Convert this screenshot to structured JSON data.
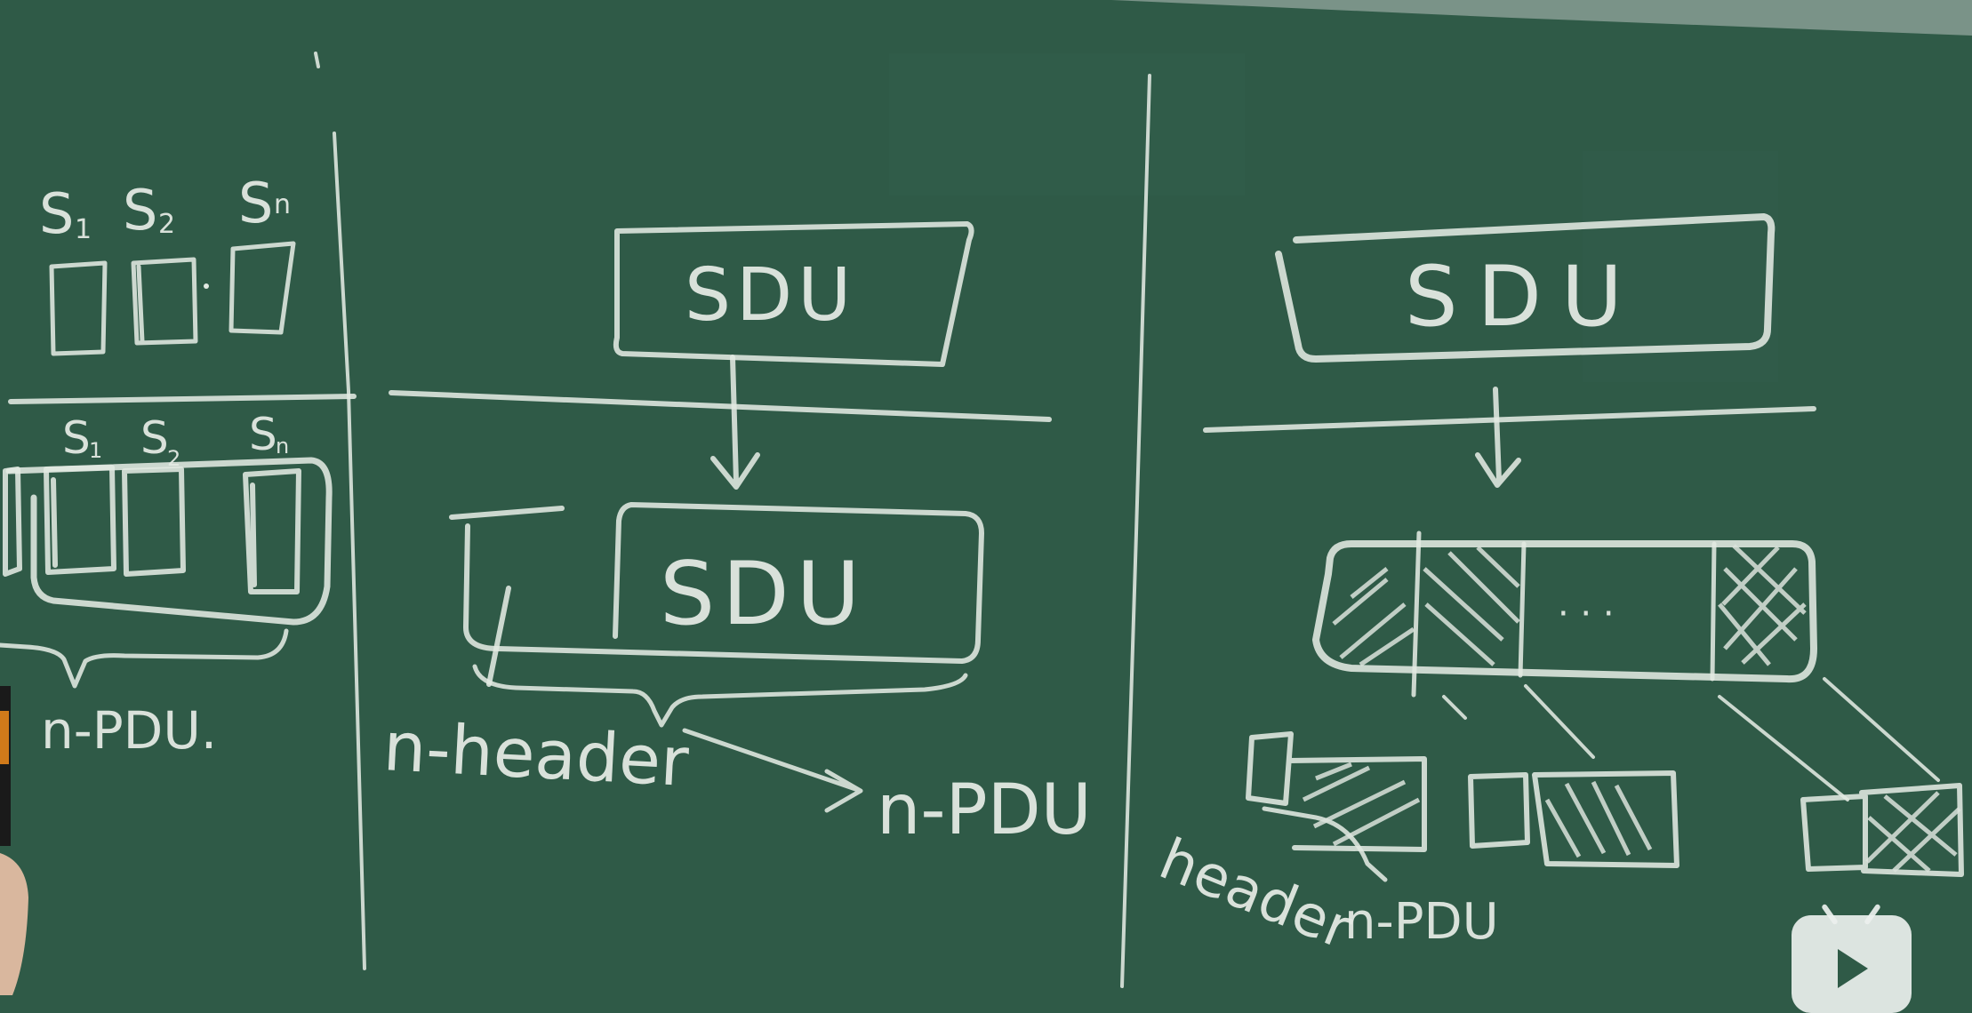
{
  "board": {
    "left_panel": {
      "top_labels": [
        "S",
        "S",
        "S"
      ],
      "top_subscripts": [
        "1",
        "2",
        "n"
      ],
      "bottom_labels": [
        "S",
        "S",
        "S"
      ],
      "bottom_subscripts": [
        "1",
        "2",
        "n"
      ],
      "pdu_label": "n-PDU."
    },
    "middle_panel": {
      "upper_box_label": "SDU",
      "lower_box_label": "SDU",
      "header_label": "n-header",
      "pdu_label": "n-PDU"
    },
    "right_panel": {
      "upper_box_label": "SDU",
      "ellipsis": "· · ·",
      "header_label": "header",
      "pdu_label": "n-PDU"
    }
  },
  "overlay": {
    "icon": "play-badge-icon"
  },
  "colors": {
    "board": "#2f5a47",
    "chalk": "#e2e9e2"
  }
}
